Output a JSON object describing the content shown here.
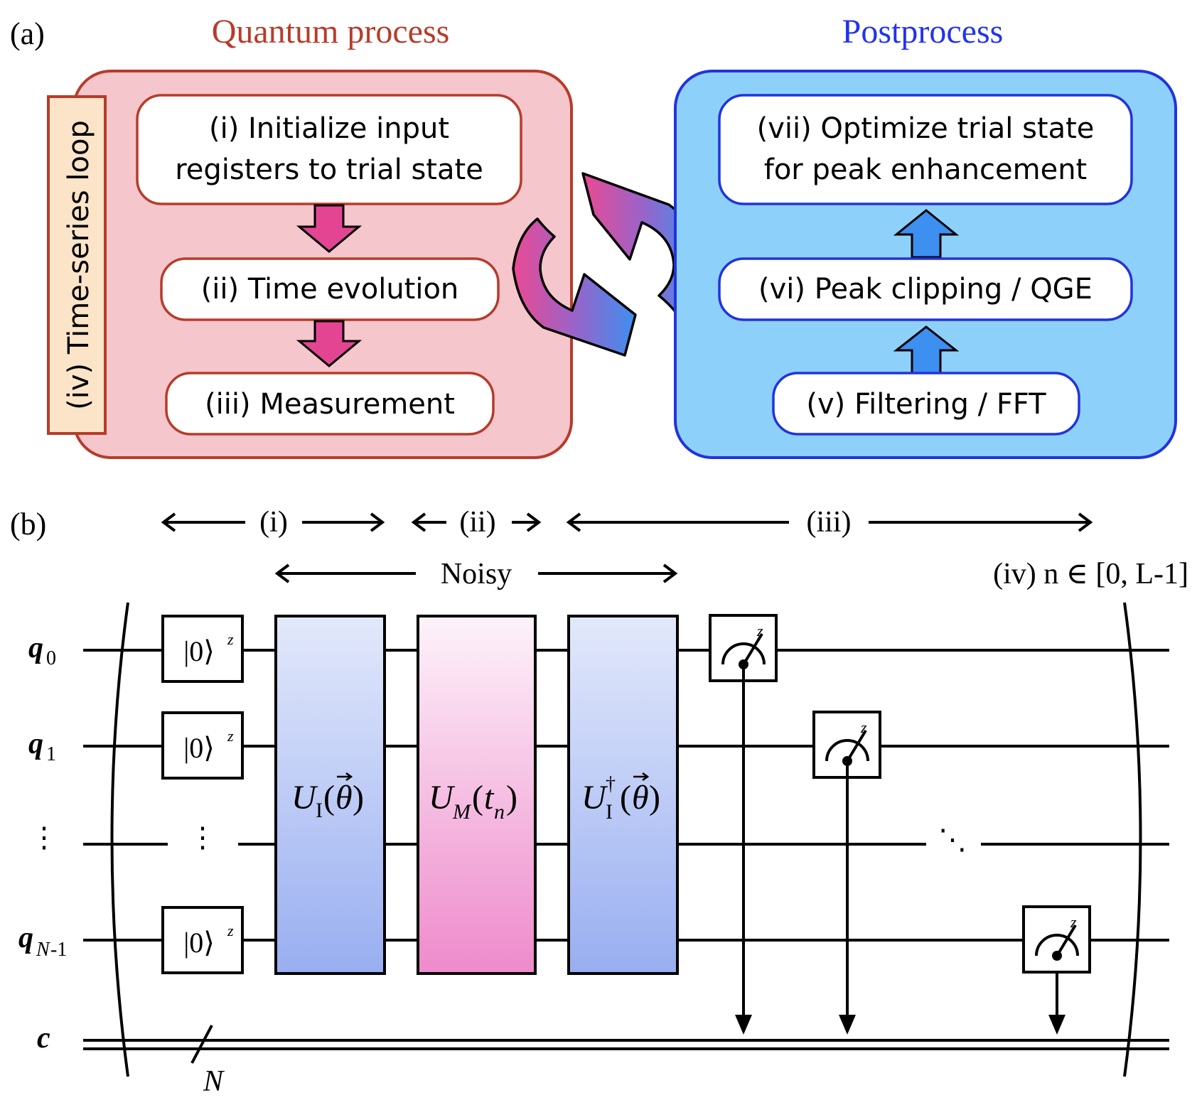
{
  "panel_a": {
    "label": "(a)",
    "quantum": {
      "title": "Quantum process",
      "loop": "(iv) Time-series loop",
      "step1_line1": "(i) Initialize input",
      "step1_line2": "registers to trial state",
      "step2": "(ii) Time evolution",
      "step3": "(iii) Measurement"
    },
    "post": {
      "title": "Postprocess",
      "step7_line1": "(vii) Optimize trial state",
      "step7_line2": "for peak enhancement",
      "step6": "(vi) Peak clipping / QGE",
      "step5": "(v) Filtering / FFT"
    },
    "colors": {
      "quantum_fill": "#f5c6cc",
      "quantum_stroke": "#b63c2a",
      "quantum_title": "#b63c2a",
      "post_fill": "#8dd1fa",
      "post_stroke": "#2233dd",
      "post_title": "#2233ee",
      "down_arrow": "#e34593",
      "up_arrow": "#3d8ff0"
    }
  },
  "panel_b": {
    "label": "(b)",
    "span_i": "(i)",
    "span_ii": "(ii)",
    "span_iii": "(iii)",
    "span_noisy": "Noisy",
    "loop_range": "(iv) n ∈ [0, L-1]",
    "qubits": {
      "q0": "q0",
      "q1": "q1",
      "qN": "qN-1",
      "c": "c",
      "vdots": "⋮"
    },
    "init_ket": "|0⟩",
    "init_basis": "z",
    "measure_basis": "z",
    "register_width": "N",
    "gates": {
      "ui": "UI(θ)",
      "um": "UM(tn)",
      "ui_dag": "UI†(θ)"
    }
  }
}
